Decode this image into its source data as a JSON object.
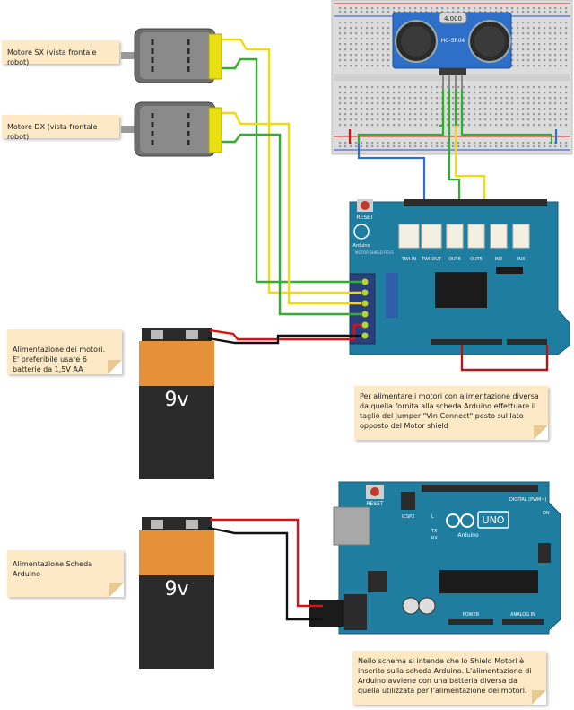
{
  "notes": {
    "motor_left": "Motore SX (vista frontale robot)",
    "motor_right": "Motore DX (vista frontale robot)",
    "motor_power": "Alimentazione dei motori.\nE' preferibile usare 6 batterie da 1,5V AA",
    "shield_jumper": "Per alimentare i motori con alimentazione diversa da quella fornita alla scheda Arduino effettuare il taglio del jumper \"Vin Connect\" posto sul lato opposto del Motor shield",
    "board_power": "Alimentazione Scheda Arduino",
    "shield_info": "Nello schema si intende che lo Shield Motori è inserito sulla scheda Arduino. L'alimentazione di Arduino avviene con una batteria diversa da quella utilizzata per l'alimentazione dei motori."
  },
  "components": {
    "battery_label_top": "9v",
    "battery_label_bottom": "9v",
    "sensor_crystal": "4.000",
    "sensor_model": "HC-SR04",
    "shield_reset": "RESET",
    "shield_brand": "Arduino",
    "shield_name": "MOTOR SHIELD REV3",
    "shield_port_1": "TWI-IN",
    "shield_port_2": "TWI-OUT",
    "shield_port_3": "OUT6",
    "shield_port_4": "OUT5",
    "shield_port_5": "IN2",
    "shield_port_6": "IN3",
    "uno_reset": "RESET",
    "uno_logo": "UNO",
    "uno_brand": "Arduino",
    "uno_icsp": "ICSP2",
    "uno_digital": "DIGITAL (PWM~)",
    "uno_analog": "ANALOG IN",
    "uno_power": "POWER",
    "uno_tx": "TX",
    "uno_rx": "RX",
    "uno_l": "L",
    "uno_on": "ON"
  },
  "colors": {
    "wire_yellow": "#f5d90a",
    "wire_green": "#2fb12f",
    "wire_red": "#e01010",
    "wire_black": "#111111",
    "wire_blue": "#2f6fd0",
    "wire_darkred": "#b01818",
    "board_blue": "#1f7ea0",
    "note_bg": "#fde9c6"
  }
}
